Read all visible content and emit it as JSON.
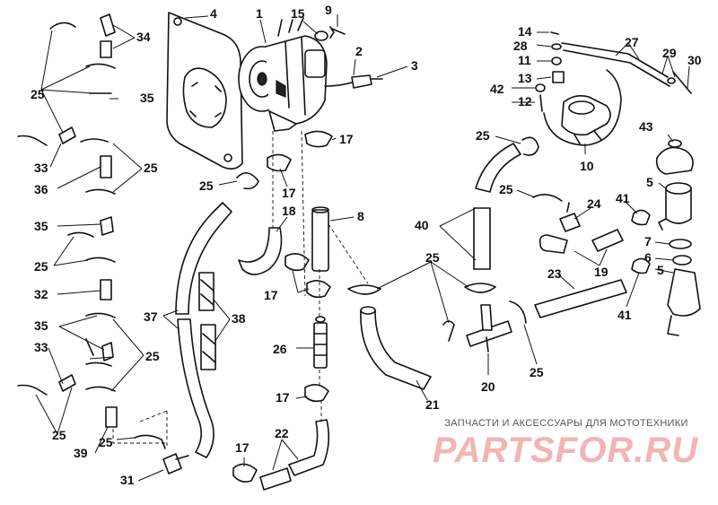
{
  "callouts": {
    "n1": "1",
    "n2": "2",
    "n3": "3",
    "n4": "4",
    "n5": "5",
    "n6": "6",
    "n7": "7",
    "n8": "8",
    "n9": "9",
    "n10": "10",
    "n11": "11",
    "n12": "12",
    "n13": "13",
    "n14": "14",
    "n15": "15",
    "n17": "17",
    "n18": "18",
    "n19": "19",
    "n20": "20",
    "n21": "21",
    "n22": "22",
    "n23": "23",
    "n24": "24",
    "n25": "25",
    "n26": "26",
    "n27": "27",
    "n28": "28",
    "n29": "29",
    "n30": "30",
    "n31": "31",
    "n32": "32",
    "n33": "33",
    "n34": "34",
    "n35": "35",
    "n36": "36",
    "n37": "37",
    "n38": "38",
    "n39": "39",
    "n40": "40",
    "n41": "41",
    "n42": "42",
    "n43": "43"
  },
  "watermark": {
    "tagline": "ЗАПЧАСТИ И АКСЕССУАРЫ ДЛЯ МОТОТЕХНИКИ",
    "logo": "PARTSFOR.RU"
  }
}
